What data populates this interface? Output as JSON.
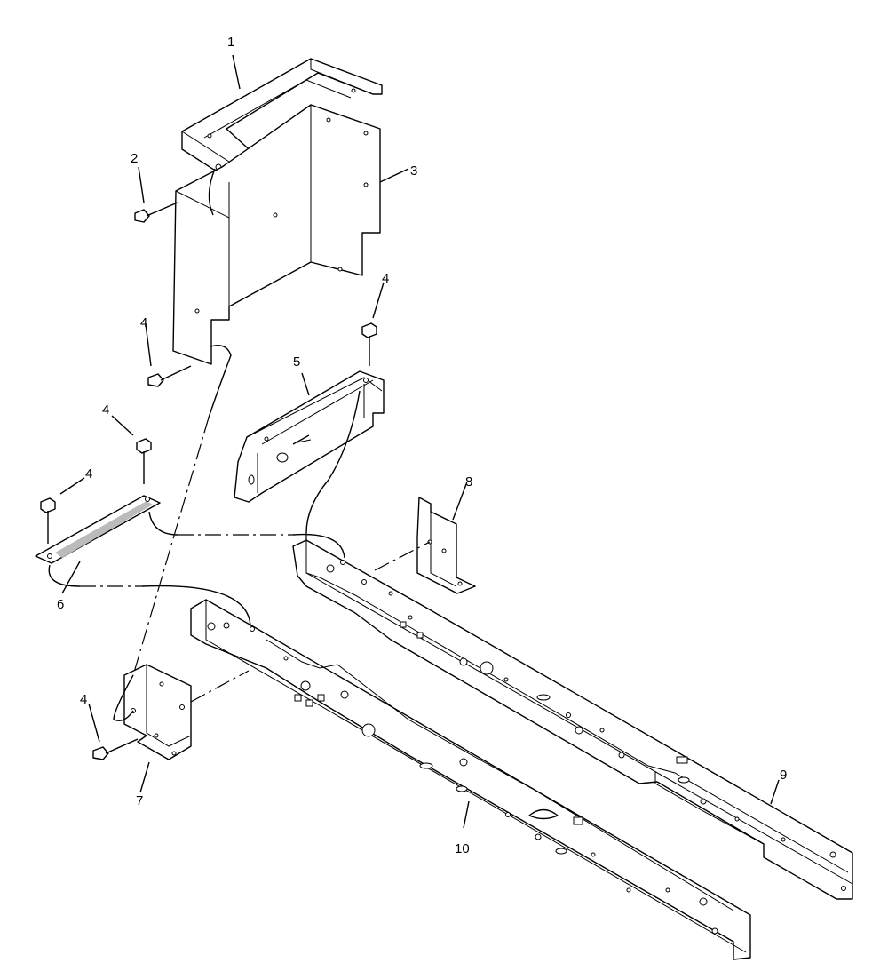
{
  "callouts": [
    {
      "id": "1",
      "label": "1"
    },
    {
      "id": "2",
      "label": "2"
    },
    {
      "id": "3",
      "label": "3"
    },
    {
      "id": "4a",
      "label": "4"
    },
    {
      "id": "4b",
      "label": "4"
    },
    {
      "id": "4c",
      "label": "4"
    },
    {
      "id": "4d",
      "label": "4"
    },
    {
      "id": "4e",
      "label": "4"
    },
    {
      "id": "5",
      "label": "5"
    },
    {
      "id": "6",
      "label": "6"
    },
    {
      "id": "7",
      "label": "7"
    },
    {
      "id": "8",
      "label": "8"
    },
    {
      "id": "9",
      "label": "9"
    },
    {
      "id": "10",
      "label": "10"
    }
  ]
}
